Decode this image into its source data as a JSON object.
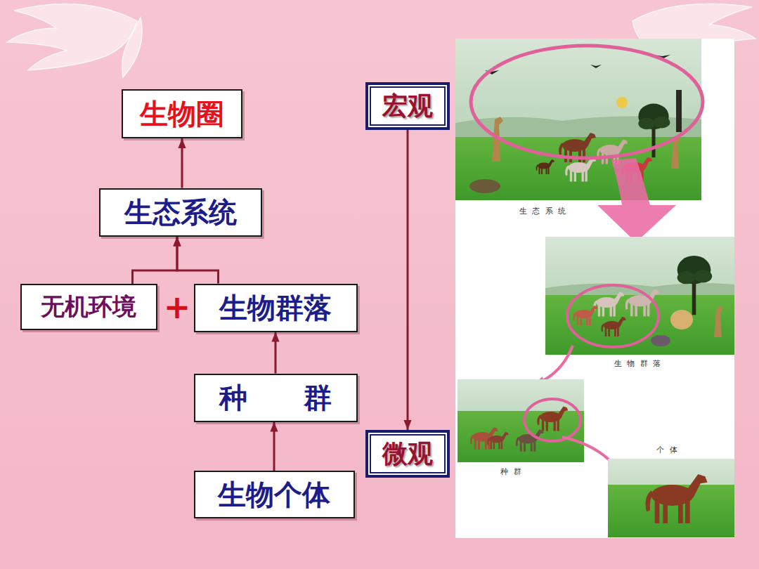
{
  "diagram": {
    "nodes": [
      {
        "text": [
          "生物圈"
        ]
      },
      {
        "text": [
          "宏观"
        ]
      },
      {
        "text": [
          "生态系统"
        ]
      },
      {
        "text": [
          "无机环境"
        ]
      },
      {
        "text": [
          "生物群落"
        ]
      },
      {
        "text": [
          "种　　群"
        ]
      },
      {
        "text": [
          "微观"
        ]
      },
      {
        "text": [
          "生物个体"
        ]
      }
    ],
    "edges": [
      {
        "from": 7,
        "to": 5,
        "arrow": "to"
      },
      {
        "from": 5,
        "to": 4,
        "arrow": "to"
      },
      {
        "from": 3,
        "to": 2,
        "arrow": "to"
      },
      {
        "from": 4,
        "to": 2,
        "arrow": "to"
      },
      {
        "from": 2,
        "to": 0,
        "arrow": "to"
      },
      {
        "from": 1,
        "to": 6,
        "arrow": "to"
      }
    ],
    "labels": [
      "+",
      "生 态 系 统",
      "生 物 群 落",
      "个 体",
      "种 群"
    ]
  }
}
